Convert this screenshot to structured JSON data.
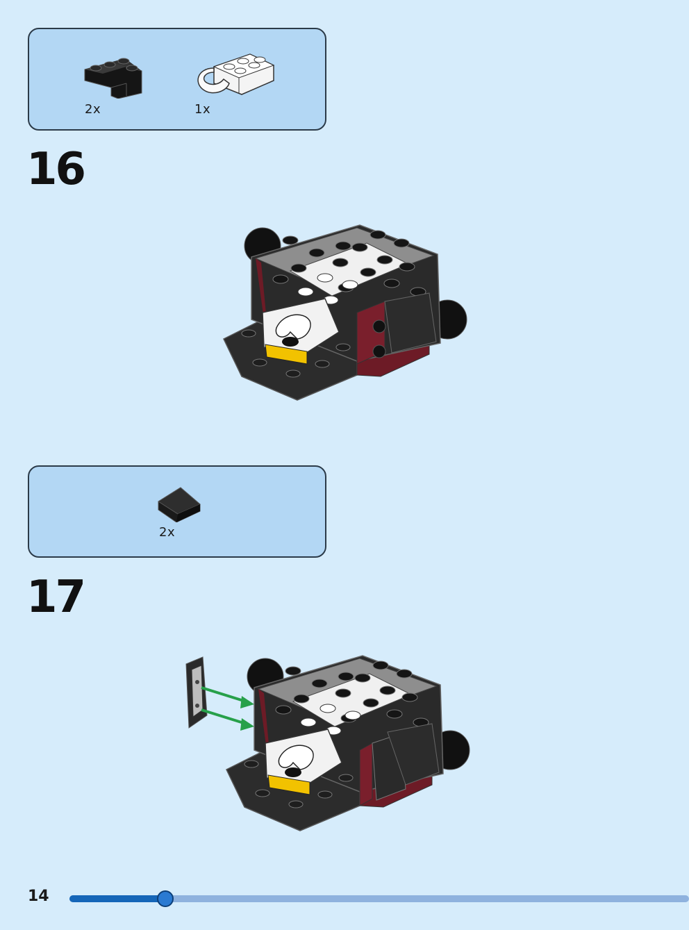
{
  "steps": [
    {
      "number": "16",
      "parts": [
        {
          "icon": "black-corner-brick",
          "qty": "2x"
        },
        {
          "icon": "white-clip-plate",
          "qty": "1x"
        }
      ]
    },
    {
      "number": "17",
      "parts": [
        {
          "icon": "black-slope-tile",
          "qty": "2x"
        }
      ]
    }
  ],
  "footer": {
    "page_number": "14",
    "progress": 0.155
  },
  "colors": {
    "background": "#d6ecfb",
    "parts_box": "#b3d7f4",
    "progress_track": "#8fb2de",
    "progress_fill": "#1566b8"
  }
}
